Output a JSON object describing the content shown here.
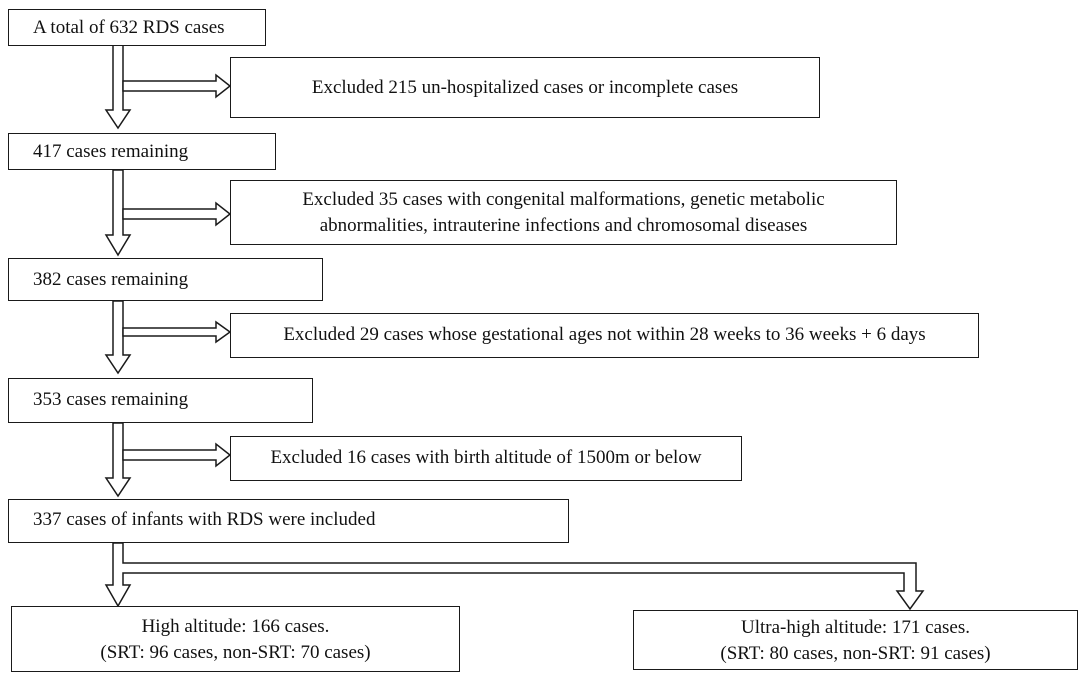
{
  "steps": [
    {
      "text": "A total of 632 RDS cases"
    },
    {
      "text": "417 cases remaining"
    },
    {
      "text": "382 cases remaining"
    },
    {
      "text": "353 cases remaining"
    },
    {
      "text": "337 cases of infants with RDS were included"
    }
  ],
  "exclusions": [
    {
      "lines": [
        "Excluded 215 un-hospitalized cases or incomplete cases"
      ]
    },
    {
      "lines": [
        "Excluded 35 cases with congenital malformations, genetic metabolic",
        "abnormalities, intrauterine infections and chromosomal diseases"
      ]
    },
    {
      "lines": [
        "Excluded 29 cases whose gestational ages not within 28 weeks to 36 weeks + 6 days"
      ]
    },
    {
      "lines": [
        "Excluded 16 cases with birth altitude of 1500m or below"
      ]
    }
  ],
  "groups": [
    {
      "lines": [
        "High altitude: 166 cases.",
        "(SRT: 96 cases, non-SRT: 70 cases)"
      ]
    },
    {
      "lines": [
        "Ultra-high altitude: 171 cases.",
        "(SRT: 80 cases, non-SRT: 91 cases)"
      ]
    }
  ]
}
